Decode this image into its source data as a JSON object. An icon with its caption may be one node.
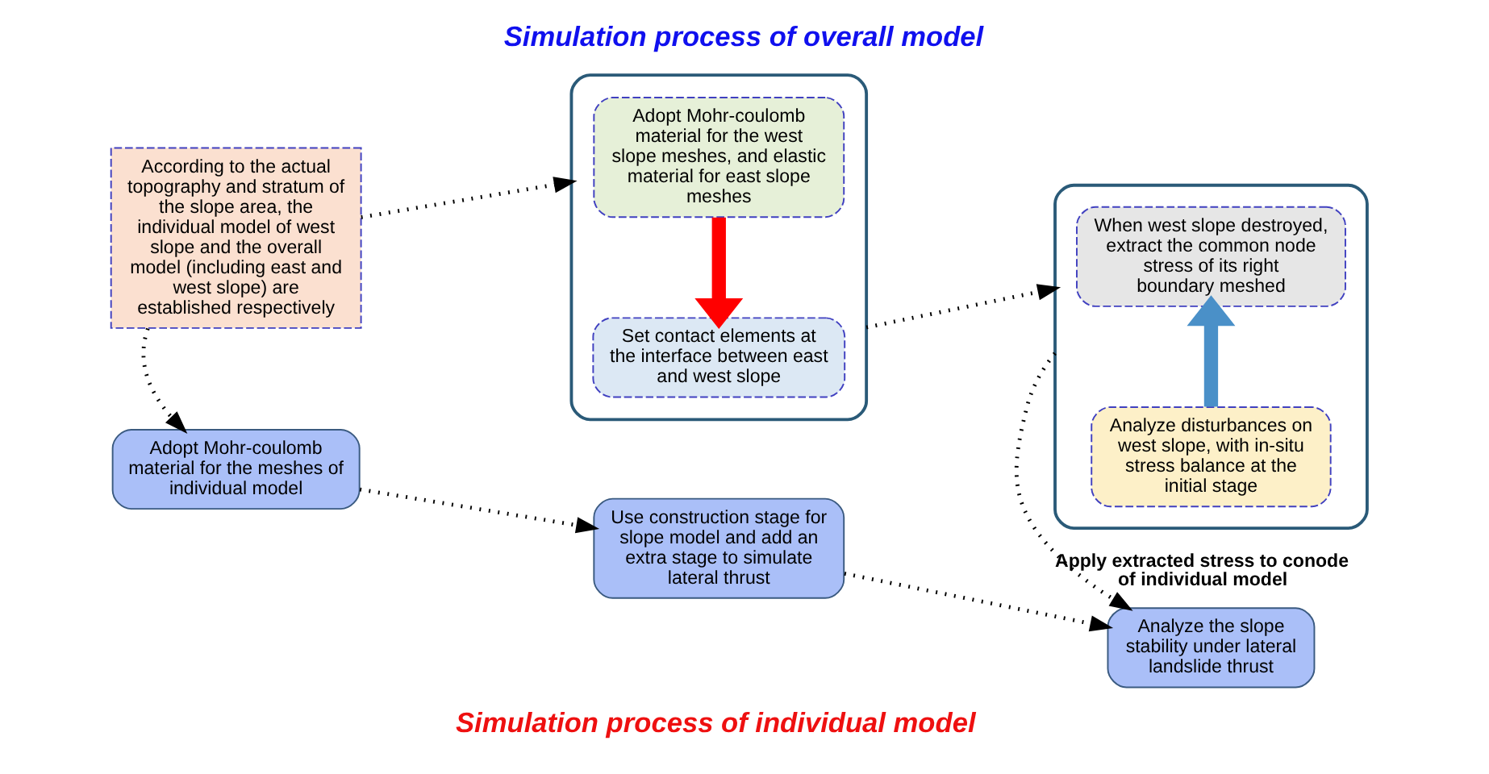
{
  "diagram": {
    "title": "Simulation process of overall model",
    "caption": "Simulation process of individual model",
    "nodes": [
      {
        "text": [
          "According to the actual topography and stratum of the slope area, the individual model of west slope and the overall model (including east and west slope) are established respectively"
        ]
      },
      {
        "text": [],
        "shape": "box"
      },
      {
        "text": [
          "Adopt Mohr-coulomb material for the west slope meshes, and elastic material for east slope meshes"
        ],
        "in": 1
      },
      {
        "text": [
          "Set contact elements at the interface between east and west slope"
        ],
        "in": 1
      },
      {
        "text": [],
        "shape": "box"
      },
      {
        "text": [
          "When west slope destroyed, extract the common node stress of its right boundary meshed"
        ],
        "in": 4
      },
      {
        "text": [
          "Analyze disturbances on west slope, with in-situ stress balance at the initial stage"
        ],
        "in": 4
      },
      {
        "text": [
          "Adopt Mohr-coulomb material for the meshes of individual model"
        ]
      },
      {
        "text": [
          "Use construction stage for slope model and add an extra stage to simulate lateral thrust"
        ]
      },
      {
        "text": [
          "Analyze the slope stability under lateral landslide thrust"
        ]
      }
    ],
    "edges": [
      {
        "from": 0,
        "to": 1,
        "arrow": "to",
        "style": "dashed"
      },
      {
        "from": 2,
        "to": 3,
        "arrow": "to",
        "style": "thick",
        "color": "#ff0000"
      },
      {
        "from": 1,
        "to": 4,
        "arrow": "to",
        "style": "dashed"
      },
      {
        "from": 6,
        "to": 5,
        "arrow": "to",
        "style": "thick",
        "color": "#4a90c8"
      },
      {
        "from": 4,
        "to": 9,
        "arrow": "to",
        "label": "Apply extracted stress to conode of individual model",
        "style": "dashed"
      },
      {
        "from": 0,
        "to": 7,
        "arrow": "to",
        "style": "dashed"
      },
      {
        "from": 7,
        "to": 8,
        "arrow": "to",
        "style": "dashed"
      },
      {
        "from": 8,
        "to": 9,
        "arrow": "to",
        "style": "dashed"
      }
    ]
  }
}
